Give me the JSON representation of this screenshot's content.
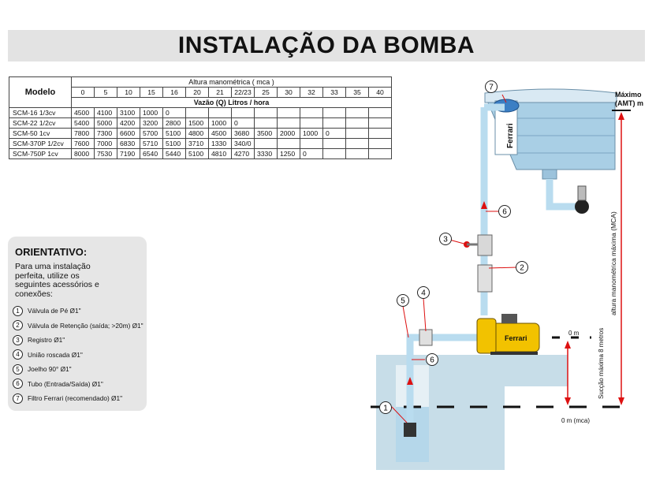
{
  "title": "INSTALAÇÃO DA BOMBA",
  "table": {
    "model_header": "Modelo",
    "group_header": "Altura manométrica ( mca )",
    "flow_header": "Vazão (Q) Litros / hora",
    "heights": [
      "0",
      "5",
      "10",
      "15",
      "16",
      "20",
      "21",
      "22/23",
      "25",
      "30",
      "32",
      "33",
      "35",
      "40"
    ],
    "rows": [
      {
        "model": "SCM-16 1/3cv",
        "values": [
          "4500",
          "4100",
          "3100",
          "1000",
          "0",
          "",
          "",
          "",
          "",
          "",
          "",
          "",
          "",
          ""
        ]
      },
      {
        "model": "SCM-22 1/2cv",
        "values": [
          "5400",
          "5000",
          "4200",
          "3200",
          "2800",
          "1500",
          "1000",
          "0",
          "",
          "",
          "",
          "",
          "",
          ""
        ]
      },
      {
        "model": "SCM-50 1cv",
        "values": [
          "7800",
          "7300",
          "6600",
          "5700",
          "5100",
          "4800",
          "4500",
          "3680",
          "3500",
          "2000",
          "1000",
          "0",
          "",
          ""
        ]
      },
      {
        "model": "SCM-370P 1/2cv",
        "values": [
          "7600",
          "7000",
          "6830",
          "5710",
          "5100",
          "3710",
          "1330",
          "340/0",
          "",
          "",
          "",
          "",
          "",
          ""
        ]
      },
      {
        "model": "SCM-750P 1cv",
        "values": [
          "8000",
          "7530",
          "7190",
          "6540",
          "5440",
          "5100",
          "4810",
          "4270",
          "3330",
          "1250",
          "0",
          "",
          "",
          ""
        ]
      }
    ]
  },
  "orientativo": {
    "title": "ORIENTATIVO:",
    "intro": "Para uma instalação perfeita, utilize os seguintes acessórios e conexões:",
    "items": [
      {
        "n": "1",
        "label": "Válvula de Pé Ø1\""
      },
      {
        "n": "2",
        "label": "Válvula de Retenção (saída; >20m) Ø1\""
      },
      {
        "n": "3",
        "label": "Registro Ø1\""
      },
      {
        "n": "4",
        "label": "União roscada Ø1\""
      },
      {
        "n": "5",
        "label": "Joelho 90° Ø1\""
      },
      {
        "n": "6",
        "label": "Tubo (Entrada/Saída) Ø1\""
      },
      {
        "n": "7",
        "label": "Filtro Ferrari (recomendado) Ø1\""
      }
    ]
  },
  "diagram": {
    "max_label_line1": "Máximo",
    "max_label_line2": "(AMT) m",
    "vertical_label": "altura manométrica máxima (MCA)",
    "suction_label": "Sucção máxima 8 metros",
    "zero_m": "0 m",
    "zero_mca": "0 m (mca)",
    "brand_pump": "Ferrari",
    "brand_filter": "Ferrari",
    "callouts": [
      "1",
      "2",
      "3",
      "4",
      "5",
      "6",
      "6",
      "7"
    ]
  }
}
